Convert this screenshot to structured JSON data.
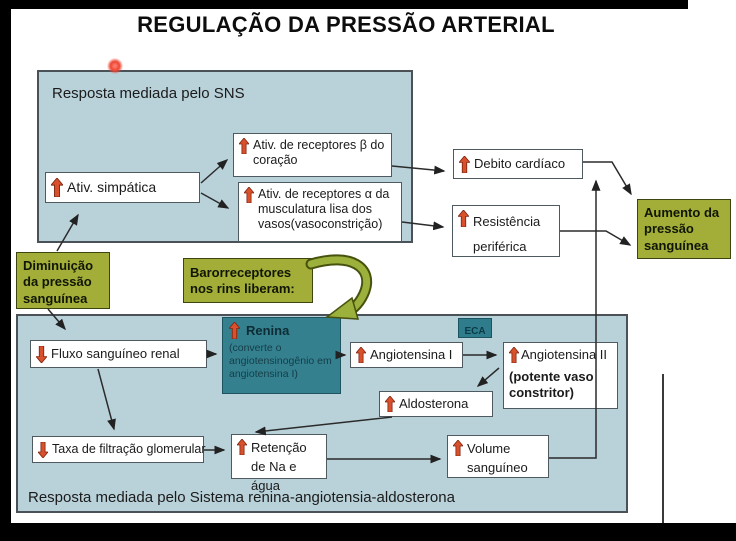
{
  "title": "REGULAÇÃO DA PRESSÃO ARTERIAL",
  "sections": {
    "sns": {
      "label": "Resposta mediada pelo SNS"
    },
    "raas": {
      "label": "Resposta mediada pelo Sistema renina-angiotensia-aldosterona"
    }
  },
  "nodes": {
    "ativ_simpatica": "Ativ. simpática",
    "receptores_beta": "Ativ. de receptores β do coração",
    "receptores_alfa": "Ativ. de receptores α da musculatura lisa dos vasos(vasoconstrição)",
    "debito_cardiaco": "Debito cardíaco",
    "resistencia_periferica": "Resistência periférica",
    "aumento_pressao": "Aumento da pressão sanguínea",
    "diminuicao_pressao": "Diminuição da pressão sanguínea",
    "barorreceptores": "Barorreceptores nos rins liberam:",
    "fluxo_renal": "Fluxo sanguíneo renal",
    "renina": "Renina",
    "renina_sub": "(converte o angiotensinogênio em angiotensina I)",
    "eca": "ECA",
    "angiotensina_1": "Angiotensina I",
    "angiotensina_2": "Angiotensina II",
    "angiotensina_2_note": "(potente vaso constritor)",
    "aldosterona": "Aldosterona",
    "taxa_filtracao": "Taxa de filtração glomerular",
    "retencao": "Retenção de Na e água",
    "volume": "Volume sanguíneo"
  },
  "colors": {
    "section_bg": "#b9d2da",
    "olive": "#a2ae37",
    "teal": "#35808f",
    "arrow_red": "#d9512c",
    "connector": "#2b2b2b"
  }
}
